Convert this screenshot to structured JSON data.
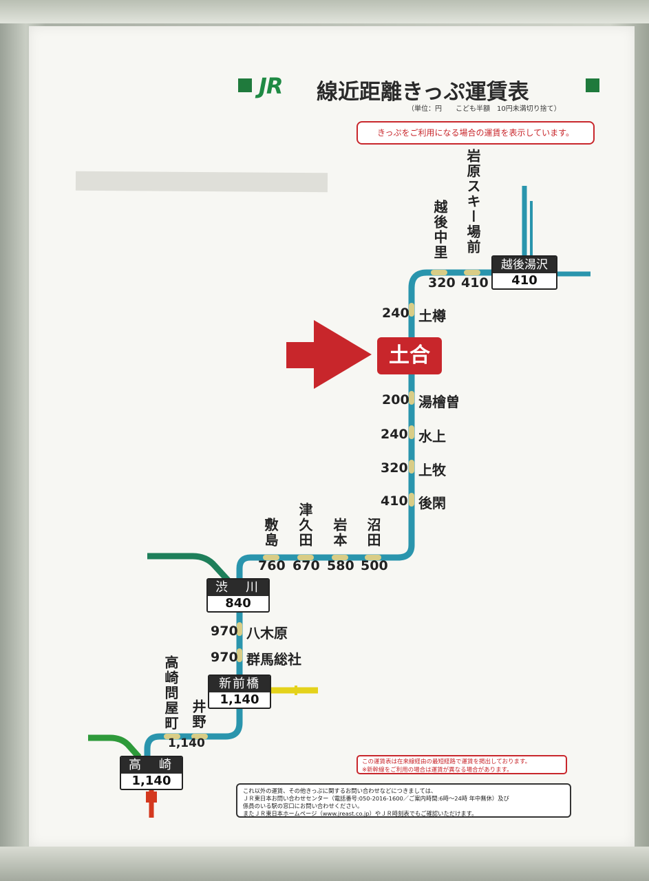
{
  "title": {
    "jr": "JR",
    "text": "線近距離きっぷ運賃表"
  },
  "units_note": "（単位：円　　こども半額　10円未満切り捨て）",
  "notice": "きっぷをご利用になる場合の運賃を表示しています。",
  "current_station": "土合",
  "colors": {
    "line_blue": "#2a95ad",
    "line_green": "#1e7f5a",
    "line_lightgreen": "#2e9a3a",
    "line_yellow": "#e4d21a",
    "line_red": "#d4391f",
    "accent_red": "#c8262b",
    "jr_green": "#1f8a44"
  },
  "stations": {
    "echigo_yuzawa": {
      "name": "越後湯沢",
      "fare": "410"
    },
    "iwappara": {
      "name": "岩原スキー場前",
      "fare": "410"
    },
    "echigo_nakazato": {
      "name": "越後中里",
      "fare": "320"
    },
    "doutaru": {
      "name": "土樽",
      "fare": "240"
    },
    "yubiso": {
      "name": "湯檜曽",
      "fare": "200"
    },
    "minakami": {
      "name": "水上",
      "fare": "240"
    },
    "kamimoku": {
      "name": "上牧",
      "fare": "320"
    },
    "gokan": {
      "name": "後閑",
      "fare": "410"
    },
    "numata": {
      "name": "沼田",
      "fare": "500"
    },
    "iwamoto": {
      "name": "岩本",
      "fare": "580"
    },
    "tsukuda": {
      "name": "津久田",
      "fare": "670"
    },
    "shikishima": {
      "name": "敷島",
      "fare": "760"
    },
    "shibukawa": {
      "name": "渋　川",
      "fare": "840"
    },
    "yagihara": {
      "name": "八木原",
      "fare": "970"
    },
    "gunma_soja": {
      "name": "群馬総社",
      "fare": "970"
    },
    "shin_maebashi": {
      "name": "新前橋",
      "fare": "1,140"
    },
    "ino": {
      "name": "井野",
      "fare": "1,140"
    },
    "takasaki_tonyamachi": {
      "name": "高崎問屋町"
    },
    "takasaki": {
      "name": "高　崎",
      "fare": "1,140"
    }
  },
  "footer_red": [
    "この運賃表は在来線経由の最短経路で運賃を掲出しております。",
    "※新幹線をご利用の場合は運賃が異なる場合があります。"
  ],
  "footer_black": [
    "これ以外の運賃、その他きっぷに関するお問い合わせなどにつきましては、",
    "ＪＲ東日本お問い合わせセンター（電話番号:050-2016-1600／ご案内時間:6時〜24時 年中無休）及び",
    "係員のいる駅の窓口にお問い合わせください。",
    "またＪＲ東日本ホームページ（www.jreast.co.jp）やＪＲ時刻表でもご確認いただけます。"
  ]
}
